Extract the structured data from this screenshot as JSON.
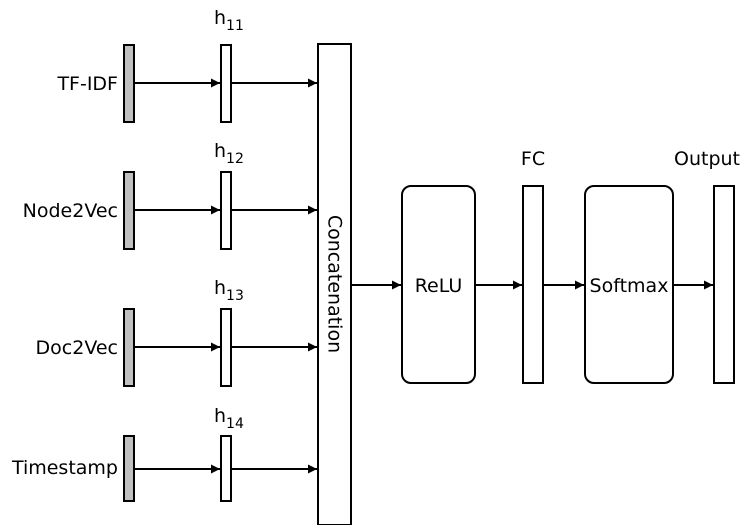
{
  "inputs": [
    {
      "label": "TF-IDF",
      "hidden_base": "h",
      "hidden_sub": "11"
    },
    {
      "label": "Node2Vec",
      "hidden_base": "h",
      "hidden_sub": "12"
    },
    {
      "label": "Doc2Vec",
      "hidden_base": "h",
      "hidden_sub": "13"
    },
    {
      "label": "Timestamp",
      "hidden_base": "h",
      "hidden_sub": "14"
    }
  ],
  "concat": {
    "label": "Concatenation"
  },
  "relu": {
    "label": "ReLU"
  },
  "fc": {
    "label": "FC"
  },
  "softmax": {
    "label": "Softmax"
  },
  "output": {
    "label": "Output"
  },
  "colors": {
    "stroke": "#000000",
    "input_fill": "#c0c0c0",
    "box_fill": "#ffffff"
  }
}
